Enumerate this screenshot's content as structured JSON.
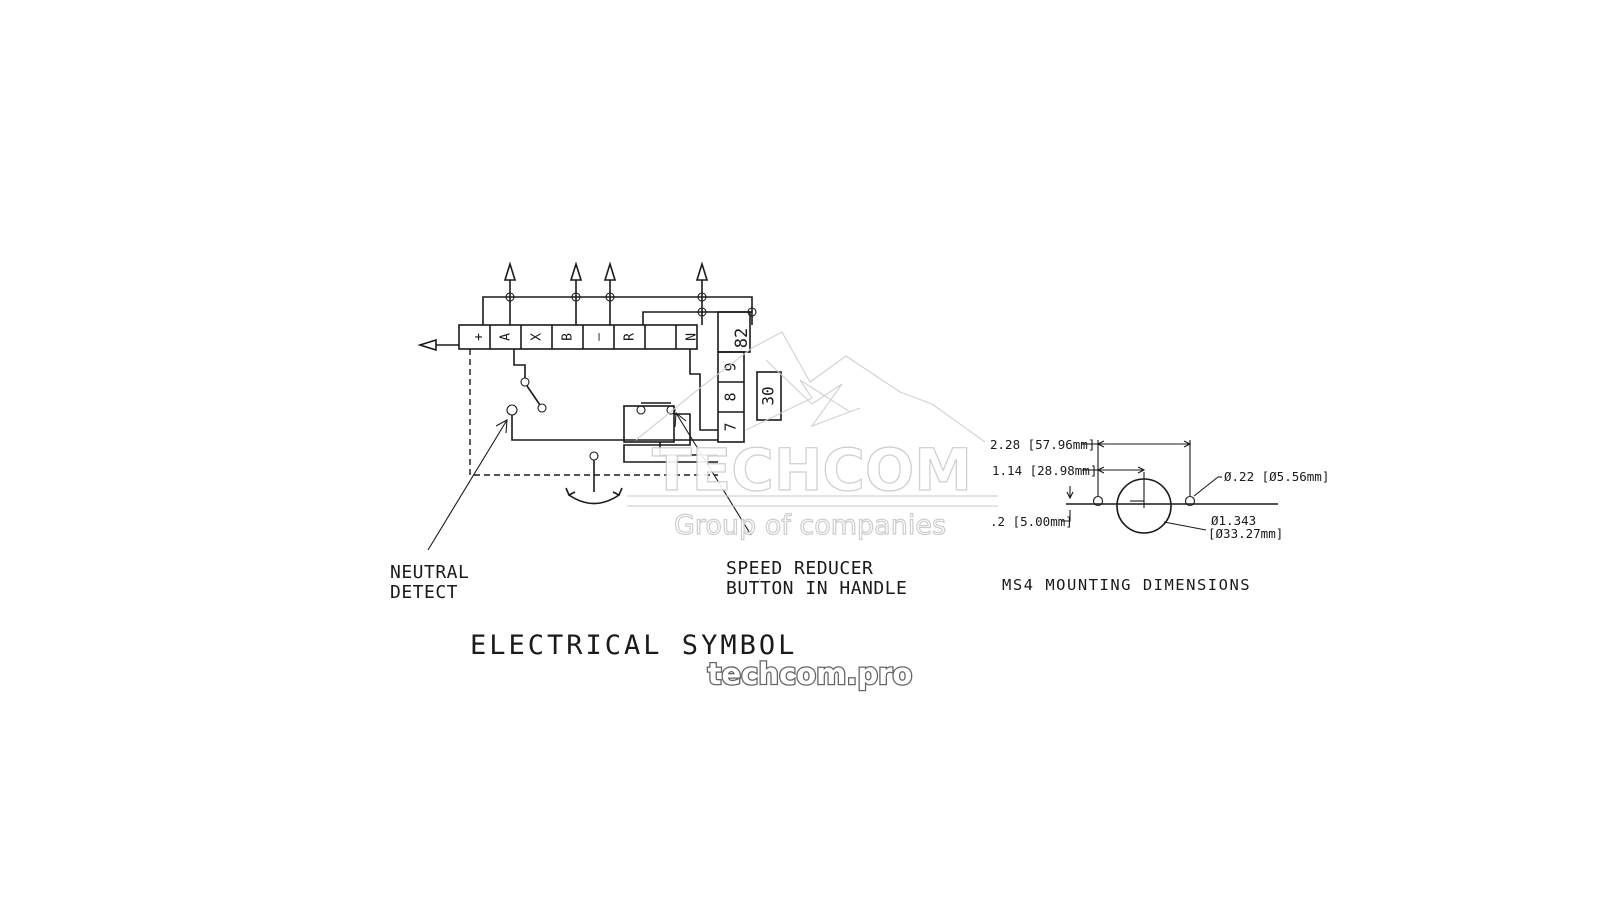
{
  "terminals": [
    "+",
    "A",
    "X",
    "B",
    "–",
    "R",
    "",
    "N"
  ],
  "lower_terminals": [
    "9",
    "8",
    "7"
  ],
  "side_labels": {
    "right_top": "82",
    "right_mid": "30"
  },
  "labels": {
    "neutral_line1": "NEUTRAL",
    "neutral_line2": "DETECT",
    "speed_line1": "SPEED REDUCER",
    "speed_line2": "BUTTON IN HANDLE",
    "electrical_title": "ELECTRICAL SYMBOL",
    "mounting_title": "MS4 MOUNTING DIMENSIONS"
  },
  "dimensions": {
    "d1": "2.28 [57.96mm]",
    "d2": "1.14 [28.98mm]",
    "d3": ".2 [5.00mm]",
    "hole": "Ø.22 [Ø5.56mm]",
    "center1": "Ø1.343",
    "center2": "[Ø33.27mm]"
  },
  "watermark": {
    "brand": "TECHCOM",
    "tagline": "Group of companies",
    "url": "techcom.pro"
  }
}
